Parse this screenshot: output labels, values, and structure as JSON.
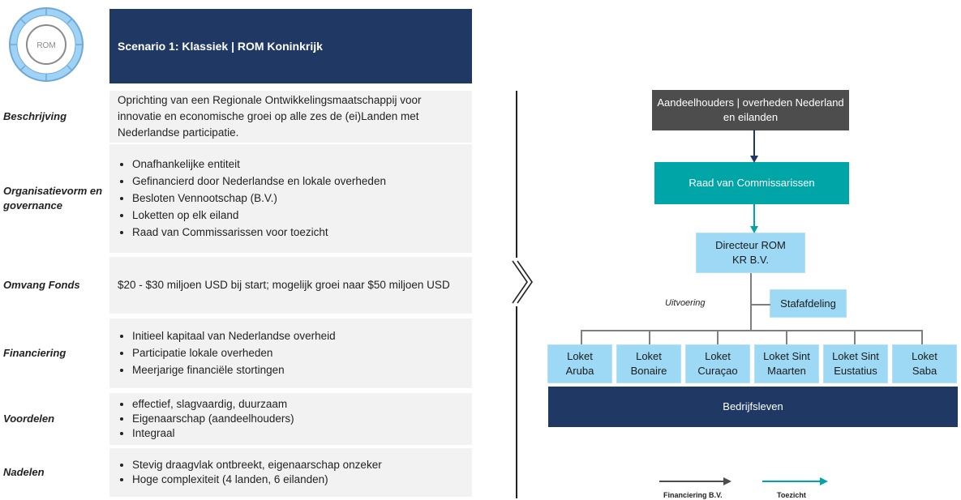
{
  "logo": {
    "text": "ROM"
  },
  "header": {
    "title": "Scenario 1: Klassiek | ROM Koninkrijk"
  },
  "rows": [
    {
      "label": "Beschrijving",
      "text": "Oprichting van een Regionale Ontwikkelingsmaatschappij voor innovatie en economische groei op alle zes de (ei)Landen met Nederlandse participatie."
    },
    {
      "label": "Organisatievorm en governance",
      "items": [
        "Onafhankelijke entiteit",
        "Gefinancierd door Nederlandse en lokale overheden",
        "Besloten Vennootschap (B.V.)",
        "Loketten op elk eiland",
        "Raad van Commissarissen voor toezicht"
      ]
    },
    {
      "label": "Omvang Fonds",
      "text": "$20 - $30 miljoen USD bij start; mogelijk groei naar $50 miljoen USD"
    },
    {
      "label": "Financiering",
      "items": [
        "Initieel kapitaal van Nederlandse overheid",
        "Participatie lokale overheden",
        "Meerjarige financiële stortingen"
      ]
    },
    {
      "label": "Voordelen",
      "items": [
        "effectief, slagvaardig, duurzaam",
        "Eigenaarschap (aandeelhouders)",
        "Integraal"
      ]
    },
    {
      "label": "Nadelen",
      "items": [
        "Stevig draagvlak ontbreekt, eigenaarschap onzeker",
        "Hoge complexiteit (4 landen, 6 eilanden)"
      ]
    }
  ],
  "org": {
    "shareholders": "Aandeelhouders | overheden Nederland en eilanden",
    "board": "Raad van Commissarissen",
    "director": "Directeur ROM KR B.V.",
    "staff": "Stafafdeling",
    "execution_label": "Uitvoering",
    "counters": [
      "Loket Aruba",
      "Loket Bonaire",
      "Loket Curaçao",
      "Loket Sint Maarten",
      "Loket Sint Eustatius",
      "Loket Saba"
    ],
    "business": "Bedrijfsleven"
  },
  "legend": {
    "financing": "Financiering B.V.",
    "supervision": "Toezicht"
  },
  "colors": {
    "navy": "#1f3864",
    "teal": "#00a5a8",
    "dark_grey": "#4d4d4d",
    "light_blue": "#9dd9f5",
    "row_bg": "#f2f2f2"
  }
}
